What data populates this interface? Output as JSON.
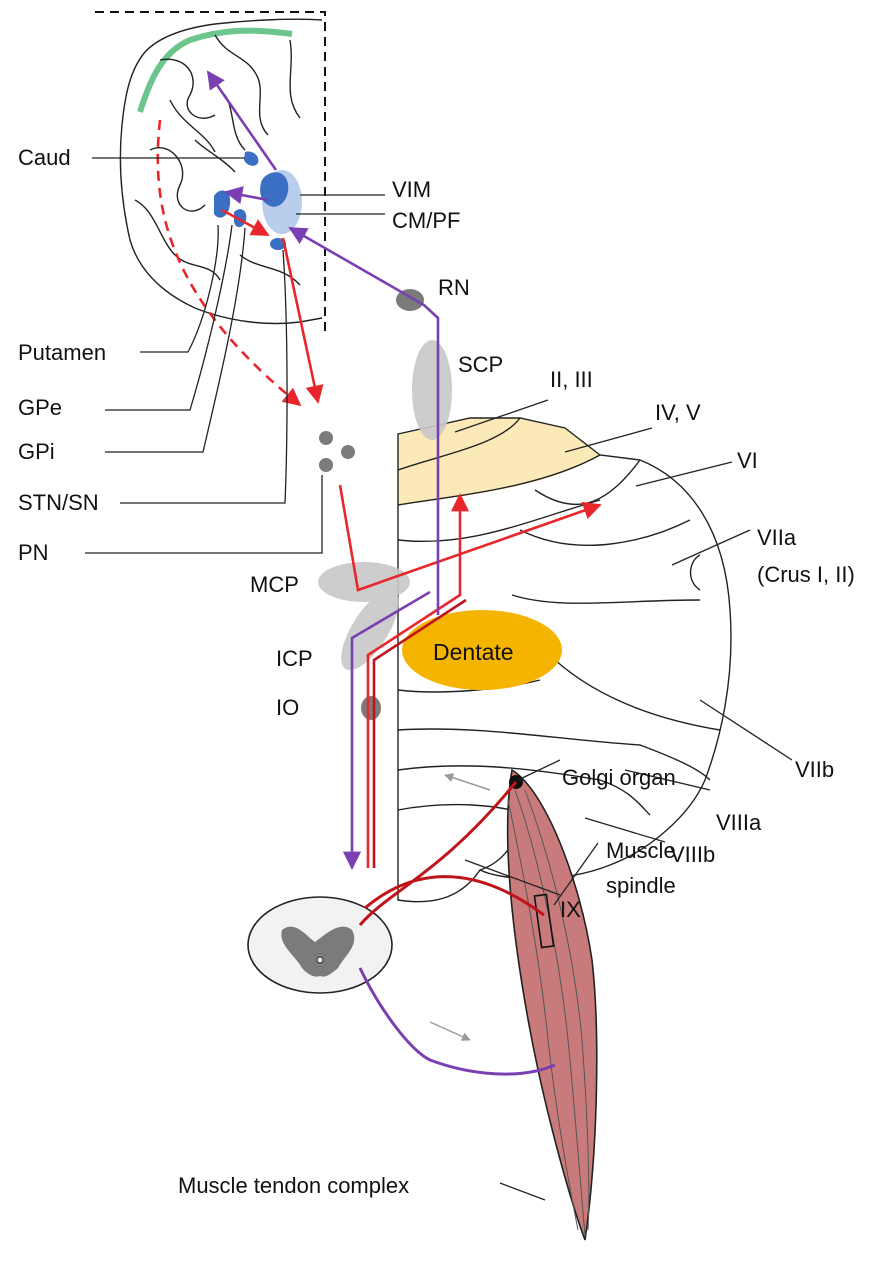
{
  "labels": {
    "caud": "Caud",
    "vim": "VIM",
    "cm_pf": "CM/PF",
    "rn": "RN",
    "putamen": "Putamen",
    "gpe": "GPe",
    "gpi": "GPi",
    "stn_sn": "STN/SN",
    "pn": "PN",
    "scp": "SCP",
    "lobule_2_3": "II, III",
    "lobule_4_5": "IV, V",
    "lobule_6": "VI",
    "lobule_7a": "VIIa",
    "crus": "(Crus I, II)",
    "mcp": "MCP",
    "icp": "ICP",
    "io": "IO",
    "dentate": "Dentate",
    "lobule_7b": "VIIb",
    "lobule_8a": "VIIIa",
    "lobule_8b": "VIIIb",
    "lobule_9": "IX",
    "golgi": "Golgi organ",
    "spindle_1": "Muscle",
    "spindle_2": "spindle",
    "mtc": "Muscle tendon complex"
  },
  "colors": {
    "red_pathway": "#e8262b",
    "dark_red_pathway": "#c0141b",
    "purple_pathway": "#7a3fb0",
    "basal_ganglia_blue": "#3a6fc4",
    "thalamus_light_blue": "#b9cdec",
    "cortex_green": "#6cc58c",
    "anterior_lobe_fill": "#fbe9b8",
    "dentate_fill": "#f5b400",
    "peduncle_gray": "#c8c8c8",
    "nucleus_gray": "#7b7b7b",
    "muscle_fill": "#c97a7a"
  }
}
